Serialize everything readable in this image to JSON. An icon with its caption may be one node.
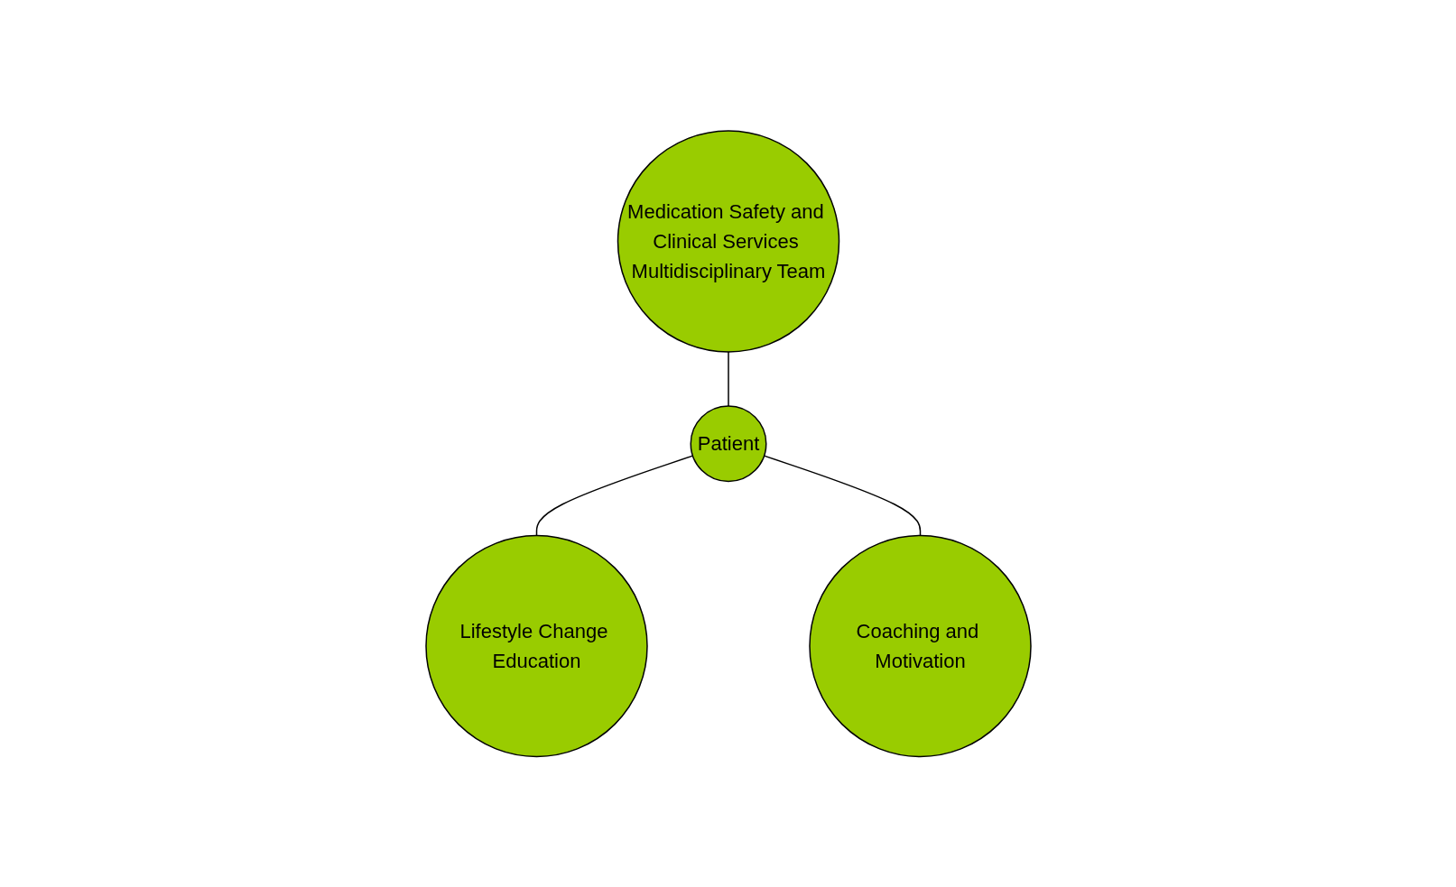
{
  "diagram": {
    "nodes": [
      {
        "text": [
          "Medication Safety and Clinical Services Multidisciplinary Team"
        ]
      },
      {
        "text": [
          "Patient"
        ]
      },
      {
        "text": [
          "Lifestyle Change Education"
        ]
      },
      {
        "text": [
          "Coaching and Motivation"
        ]
      }
    ],
    "edges": [
      {
        "from": 0,
        "to": 1,
        "arrow": "none"
      },
      {
        "from": 1,
        "to": 2,
        "arrow": "none"
      },
      {
        "from": 1,
        "to": 3,
        "arrow": "none"
      }
    ]
  }
}
